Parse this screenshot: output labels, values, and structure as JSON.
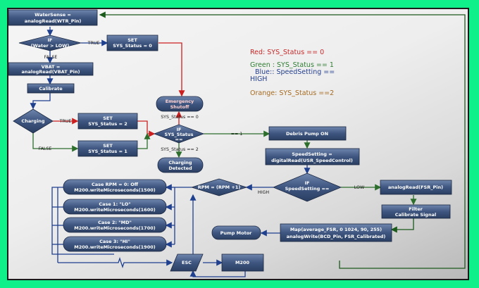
{
  "nodes": {
    "water_sense": [
      "WaterSense =",
      "analogRead(WTR_Pin)"
    ],
    "if_water": [
      "IF",
      "(Water > LOW)"
    ],
    "set_sys0": [
      "SET",
      "SYS_Status = 0"
    ],
    "vbat": [
      "VBAT =",
      "analogRead(VBAT_Pin)"
    ],
    "calibrate": [
      "Calibrate"
    ],
    "charging": [
      "Charging"
    ],
    "set_sys2": [
      "SET",
      "SYS_Status = 2"
    ],
    "set_sys1": [
      "SET",
      "SYS_Status = 1"
    ],
    "emergency": [
      "Emergency",
      "Shutoff"
    ],
    "if_sys": [
      "IF",
      "SYS_Status",
      "=="
    ],
    "charging_detected": [
      "Charging",
      "Detected"
    ],
    "debris_pump": [
      "Debris Pump ON"
    ],
    "speed_setting": [
      "SpeedSetting =",
      "digitalRead(USR_SpeedControl)"
    ],
    "if_speed": [
      "IF",
      "SpeedSetting =="
    ],
    "analog_fsr": [
      "analogRead(FSR_Pin)"
    ],
    "filter": [
      "Filter",
      "Calibrate Signal"
    ],
    "map": [
      "Map(average_FSR, 0 1024, 90, 255)",
      "analogWrite(BCD_Pin, FSR_Calibrated)"
    ],
    "pump_motor": [
      "Pump Motor"
    ],
    "rpm": [
      "RPM = (RPM +1)"
    ],
    "case0": [
      "Case RPM = 0: Off",
      "M200.writeMicroseconds(1500)"
    ],
    "case1": [
      "Case 1: \"LO\"",
      "M200.writeMicroseconds(1600)"
    ],
    "case2": [
      "Case 2: \"MD\"",
      "M200.writeMicroseconds(1700)"
    ],
    "case3": [
      "Case 3: \"HI\"",
      "M200.writeMicroseconds(1900)"
    ],
    "esc": [
      "ESC"
    ],
    "m200": [
      "M200"
    ]
  },
  "edge_labels": {
    "true_water": "TRUE",
    "false_water": "FALSE",
    "true_charging": "TRUE",
    "false_charging": "FALSE",
    "sys_eq0": "SYS_Status == 0",
    "sys_eq1": "== 1",
    "sys_eq2": "SYS_Status == 2",
    "low": "LOW",
    "high": "HIGH"
  },
  "legend": {
    "red": "Red: SYS_Status == 0",
    "green_1": "Green :  SYS_Status == 1",
    "green_2": "Blue:: SpeedSetting ==",
    "green_3": "HIGH",
    "orange": "Orange: SYS_Status ==2"
  },
  "colors": {
    "node_fill": "#3e5680",
    "node_text": "#ffffff",
    "red": "#cc2020",
    "green": "#2d6e2d",
    "blue": "#1f3f8f",
    "dark_green": "#1c5a1c",
    "legend_red": "#c62828",
    "legend_green": "#2e7d32",
    "legend_blue": "#243f8f",
    "legend_orange": "#a66a1f"
  }
}
